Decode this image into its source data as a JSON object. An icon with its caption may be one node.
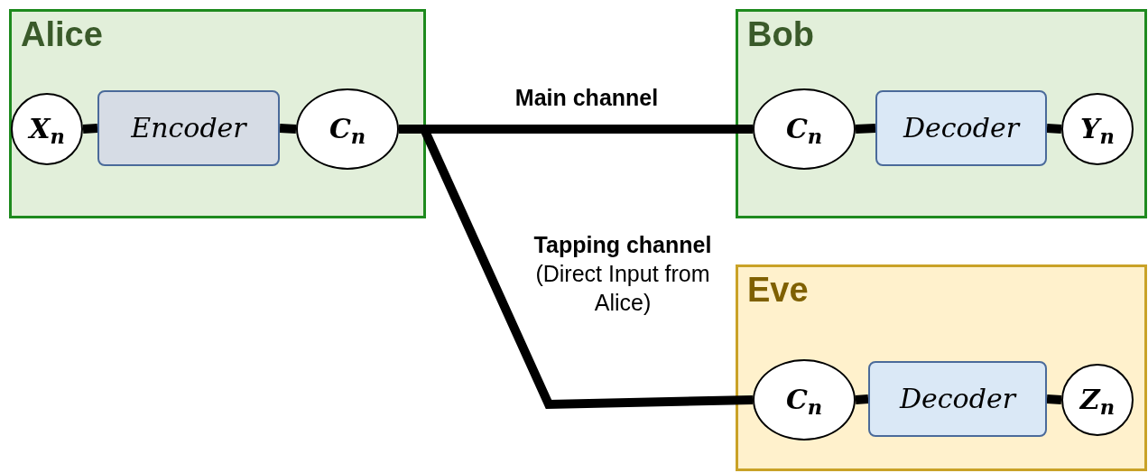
{
  "diagram": {
    "nodes": [
      {
        "text": [
          "Alice"
        ]
      },
      {
        "text": [
          "X$_{n}$"
        ],
        "in": 0
      },
      {
        "text": [
          "Encoder"
        ],
        "in": 0
      },
      {
        "text": [
          "C$_{n}$"
        ],
        "in": 0
      },
      {
        "text": [
          "Bob"
        ]
      },
      {
        "text": [
          "C$_{n}$"
        ],
        "in": 4
      },
      {
        "text": [
          "Decoder"
        ],
        "in": 4
      },
      {
        "text": [
          "Y$_{n}$"
        ],
        "in": 4
      },
      {
        "text": [
          "Eve"
        ]
      },
      {
        "text": [
          "C$_{n}$"
        ],
        "in": 8
      },
      {
        "text": [
          "Decoder"
        ],
        "in": 8
      },
      {
        "text": [
          "Z$_{n}$"
        ],
        "in": 8
      }
    ],
    "edges": [
      {
        "from": 1,
        "to": 2,
        "arrow": "none"
      },
      {
        "from": 2,
        "to": 3,
        "arrow": "none"
      },
      {
        "from": 3,
        "to": 5,
        "arrow": "none",
        "label": "Main channel"
      },
      {
        "from": 3,
        "to": 9,
        "arrow": "none",
        "label": "**Tapping channel** (Direct Input from Alice)"
      },
      {
        "from": 5,
        "to": 6,
        "arrow": "none"
      },
      {
        "from": 6,
        "to": 7,
        "arrow": "none"
      },
      {
        "from": 9,
        "to": 10,
        "arrow": "none"
      },
      {
        "from": 10,
        "to": 11,
        "arrow": "none"
      }
    ]
  }
}
